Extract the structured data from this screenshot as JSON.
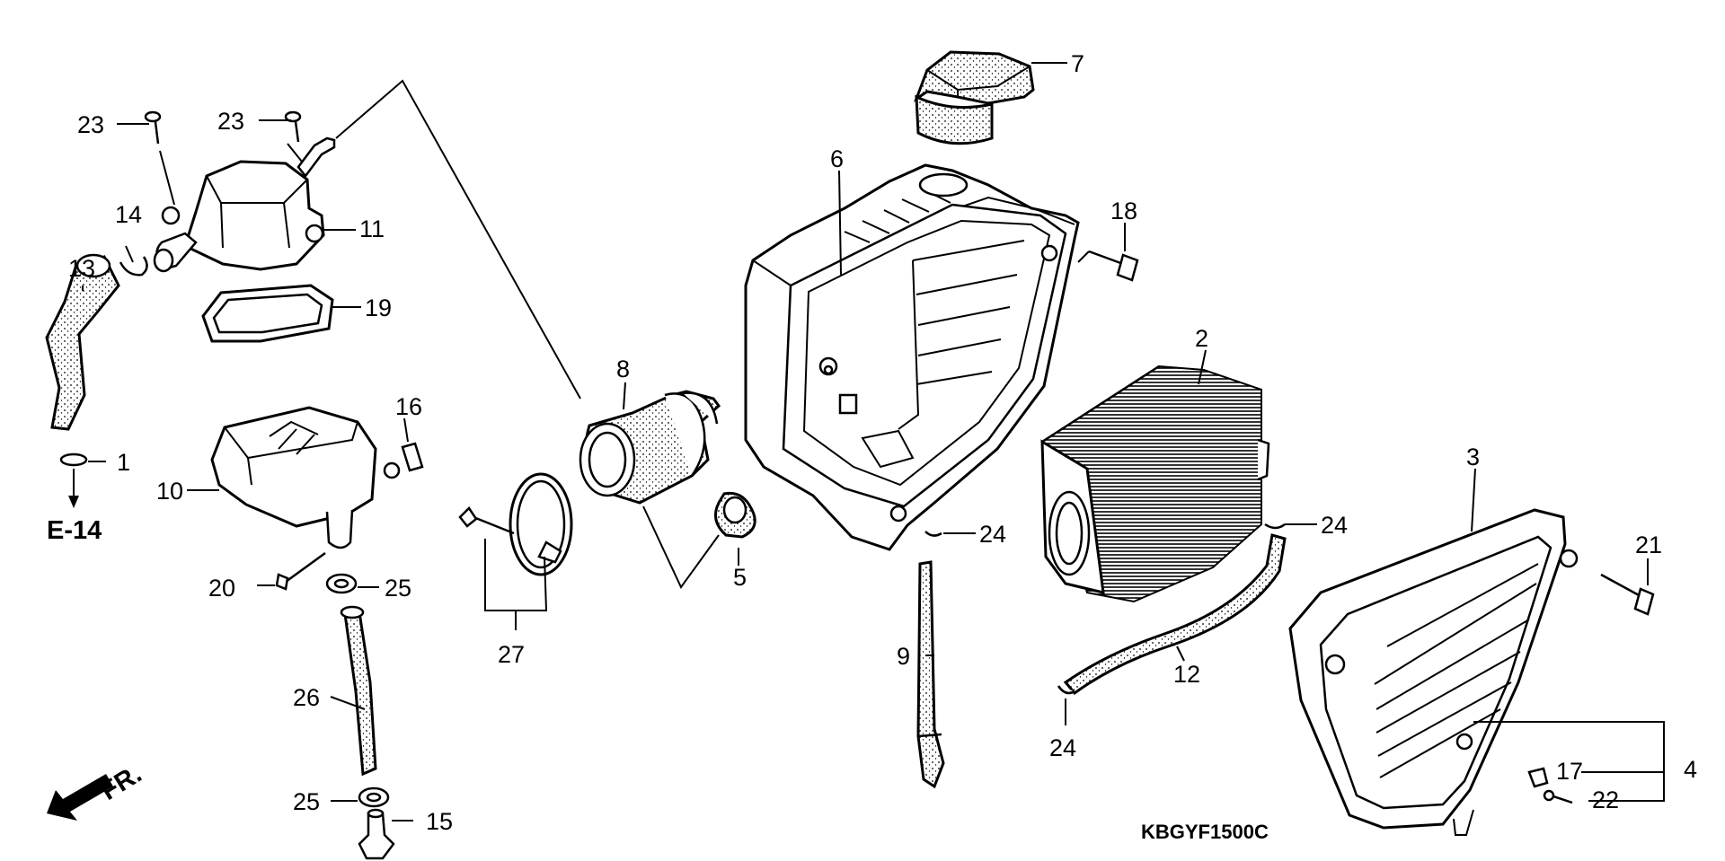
{
  "diagram": {
    "code": "KBGYF1500C",
    "ref_label": "E-14",
    "front_label": "FR.",
    "labels": {
      "p1": "1",
      "p2": "2",
      "p3": "3",
      "p4": "4",
      "p5": "5",
      "p6": "6",
      "p7": "7",
      "p8": "8",
      "p9": "9",
      "p10": "10",
      "p11": "11",
      "p12": "12",
      "p13": "13",
      "p14": "14",
      "p15": "15",
      "p16": "16",
      "p17": "17",
      "p18": "18",
      "p19": "19",
      "p20": "20",
      "p21": "21",
      "p22": "22",
      "p23a": "23",
      "p23b": "23",
      "p24a": "24",
      "p24b": "24",
      "p24c": "24",
      "p25a": "25",
      "p25b": "25",
      "p26": "26",
      "p27": "27"
    }
  }
}
